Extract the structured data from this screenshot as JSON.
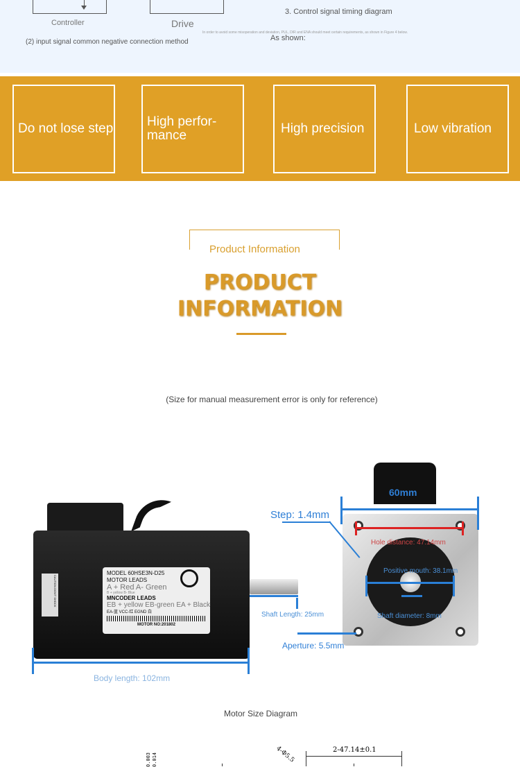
{
  "top": {
    "controller": "Controller",
    "drive": "Drive",
    "method": "(2) input signal common negative connection method",
    "timing": "3. Control signal timing diagram",
    "note": "In order to avoid some misoperation and deviation, PUL, DIR and ENA should meet certain requirements, as shown in Figure 4 below.",
    "as_shown": "As shown:"
  },
  "features": [
    "Do not lose step",
    "High perfor-\nmance",
    "High precision",
    "Low vibration"
  ],
  "section": {
    "label": "Product Information",
    "title1": "PRODUCT",
    "title2": "INFORMATION",
    "note": "(Size for manual measurement error is only for reference)"
  },
  "motor_label": {
    "model": "MODEL 60HSE3N-D25",
    "motor_leads": "MOTOR LEADS",
    "a": "A + Red A- Green",
    "b": "B + yellow B- Blue",
    "encoder": "MNCODER LEADS",
    "eb": "EB + yellow EB-green EA + Black",
    "ea": "EA-蓝 VCC-红 EGND 白",
    "no": "MOTOR NO:201802",
    "caution": "CAUTION DON'T SHOCK"
  },
  "dims": {
    "width": "60mm",
    "step": "Step: 1.4mm",
    "hole": "Hole distance: 47.14mm",
    "mouth": "Positive mouth: 38.1mm",
    "shaft_d": "Shaft diameter: 8mm",
    "shaft_l": "Shaft Length: 25mm",
    "aperture": "Aperture: 5.5mm",
    "body": "Body length: 102mm"
  },
  "caption": "Motor Size Diagram",
  "drawing": {
    "d1": "4-Φ5.5",
    "d2": "2-47.14±0.1",
    "d3": "0.003",
    "d4": "0.014"
  }
}
